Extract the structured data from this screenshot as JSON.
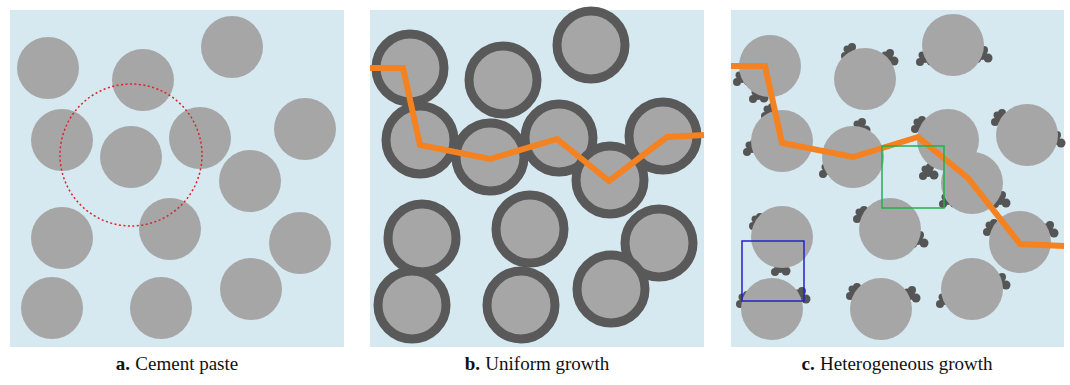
{
  "diagram": {
    "labels": [
      "a.",
      "Cement paste",
      "b.",
      "Uniform growth",
      "c.",
      "Heterogeneous growth"
    ]
  }
}
